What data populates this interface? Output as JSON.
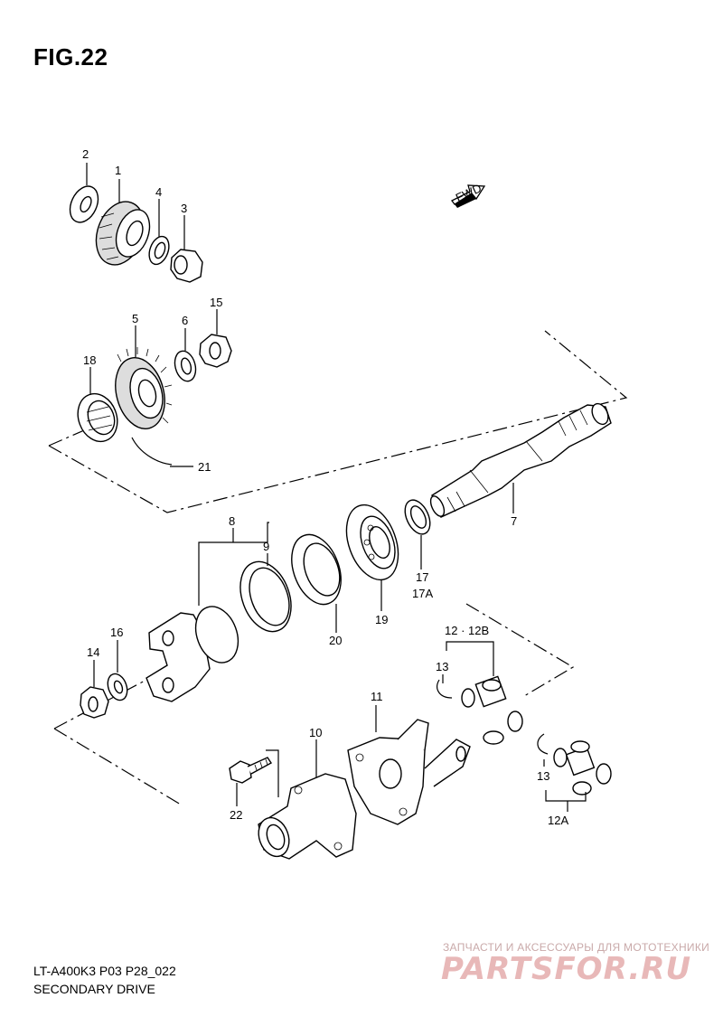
{
  "figure": {
    "title": "FIG.22"
  },
  "fwd_label": "FWD",
  "callouts": {
    "p1": "1",
    "p2": "2",
    "p3": "3",
    "p4": "4",
    "p5": "5",
    "p6": "6",
    "p7": "7",
    "p8": "8",
    "p9": "9",
    "p10": "10",
    "p11": "11",
    "p12_12b": "12 · 12B",
    "p12a": "12A",
    "p13a": "13",
    "p13b": "13",
    "p14": "14",
    "p15": "15",
    "p16": "16",
    "p17": "17",
    "p17a": "17A",
    "p18": "18",
    "p19": "19",
    "p20": "20",
    "p21": "21",
    "p22": "22"
  },
  "footer": {
    "model_code": "LT-A400K3 P03 P28_022",
    "section_title": "SECONDARY DRIVE"
  },
  "watermark": {
    "subtitle": "ЗАПЧАСТИ И АКСЕССУАРЫ ДЛЯ МОТОТЕХНИКИ",
    "logo": "PARTSFOR.RU"
  }
}
